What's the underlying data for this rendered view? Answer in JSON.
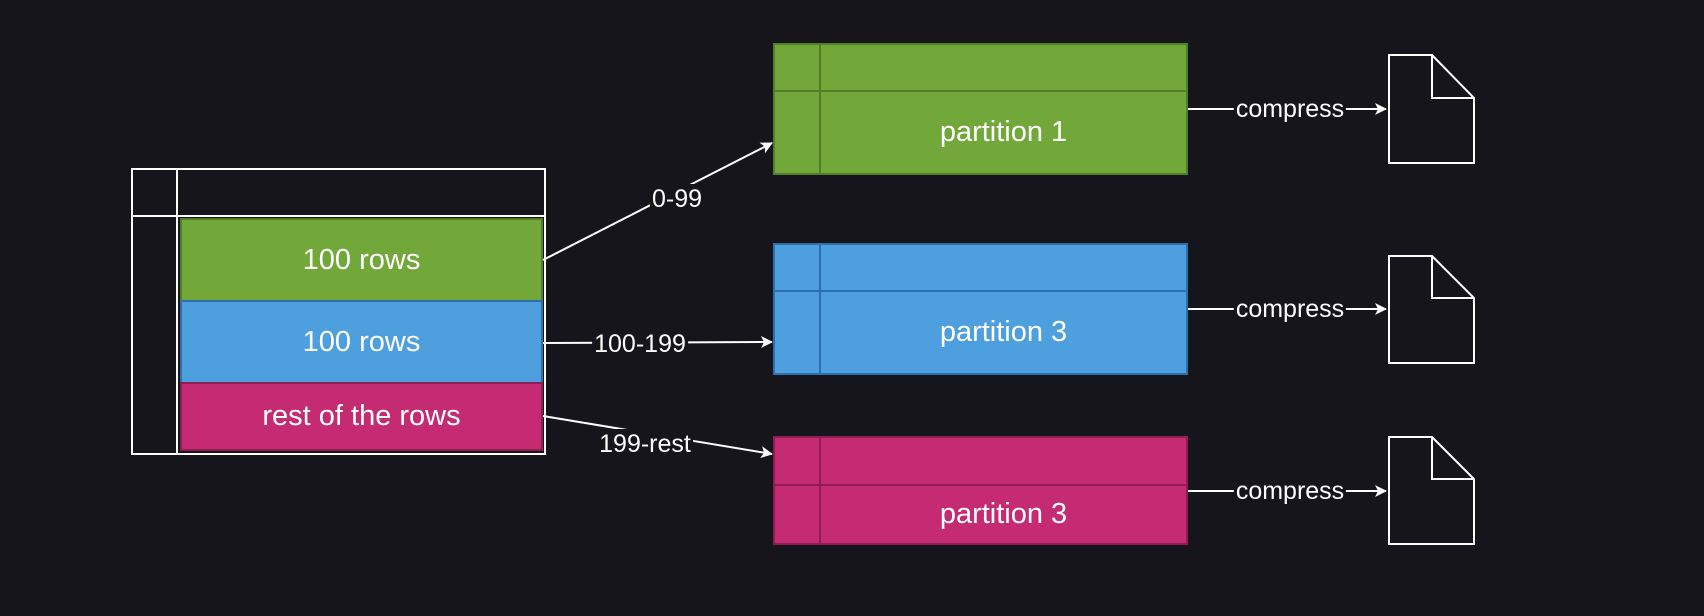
{
  "colors": {
    "background": "#16151b",
    "green": "#72a83a",
    "green_border": "#4f7f27",
    "blue": "#4d9fde",
    "blue_border": "#2f6fae",
    "magenta": "#c52b72",
    "magenta_border": "#8f1d52",
    "line": "#ffffff"
  },
  "source_table": {
    "segments": [
      {
        "label": "100 rows",
        "color": "green"
      },
      {
        "label": "100 rows",
        "color": "blue"
      },
      {
        "label": "rest of the rows",
        "color": "magenta"
      }
    ]
  },
  "edges": [
    {
      "label": "0-99"
    },
    {
      "label": "100-199"
    },
    {
      "label": "199-rest"
    }
  ],
  "partitions": [
    {
      "label": "partition 1",
      "color": "green"
    },
    {
      "label": "partition 3",
      "color": "blue"
    },
    {
      "label": "partition 3",
      "color": "magenta"
    }
  ],
  "compress_edges": [
    {
      "label": "compress"
    },
    {
      "label": "compress"
    },
    {
      "label": "compress"
    }
  ],
  "file_icons": [
    "file-icon",
    "file-icon",
    "file-icon"
  ]
}
